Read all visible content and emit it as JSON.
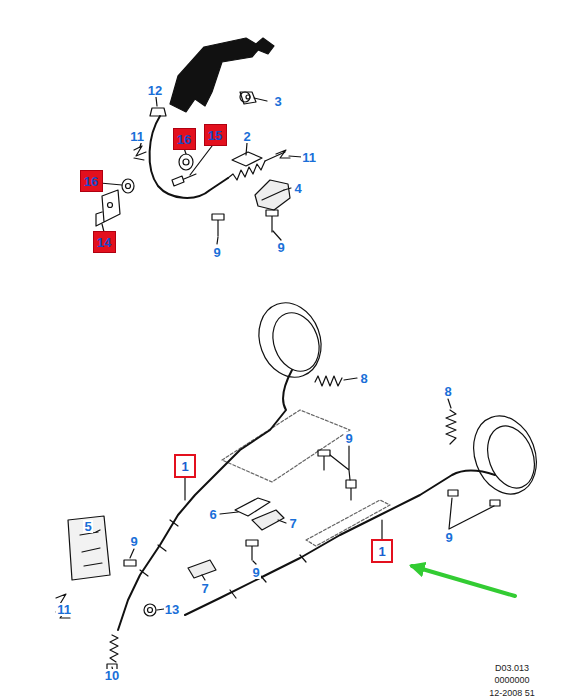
{
  "diagram": {
    "nodes": [
      {
        "text": [
          "16"
        ]
      },
      {
        "text": [
          "15"
        ]
      },
      {
        "text": [
          "16"
        ]
      },
      {
        "text": [
          "14"
        ]
      },
      {
        "text": [
          "1"
        ]
      },
      {
        "text": [
          "1"
        ]
      }
    ],
    "labels": [
      "12",
      "3",
      "11",
      "2",
      "11",
      "4",
      "9",
      "9",
      "8",
      "8",
      "9",
      "6",
      "7",
      "5",
      "9",
      "9",
      "9",
      "7",
      "11",
      "13",
      "10",
      "D03.013",
      "0000000",
      "12-2008 51"
    ]
  }
}
